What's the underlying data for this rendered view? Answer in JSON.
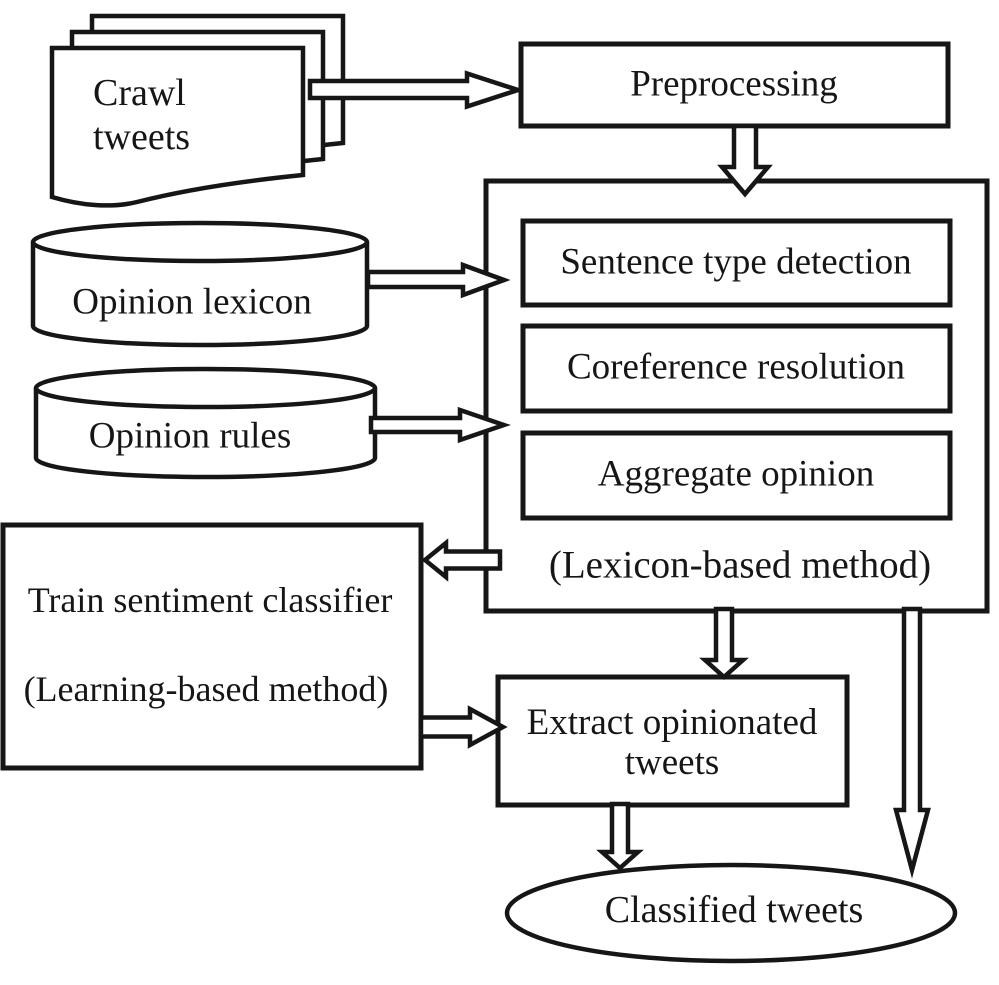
{
  "figure": {
    "background": "#ffffff",
    "ink": "#161616",
    "description": "Flowchart of a tweet sentiment classification pipeline"
  },
  "nodes": {
    "crawl_tweets": {
      "shape": "document-stack",
      "line1": "Crawl",
      "line2": "tweets"
    },
    "preprocessing": {
      "shape": "process-box",
      "label": "Preprocessing"
    },
    "opinion_lexicon": {
      "shape": "datastore-cylinder",
      "label": "Opinion lexicon"
    },
    "opinion_rules": {
      "shape": "datastore-cylinder",
      "label": "Opinion rules"
    },
    "lexicon_method": {
      "shape": "container-box",
      "caption": "(Lexicon-based method)",
      "steps": [
        "Sentence type detection",
        "Coreference resolution",
        "Aggregate opinion"
      ]
    },
    "train_classifier": {
      "shape": "process-box",
      "line1": "Train sentiment classifier",
      "line2": "(Learning-based method)"
    },
    "extract_opinionated": {
      "shape": "process-box",
      "line1": "Extract opinionated",
      "line2": "tweets"
    },
    "classified_tweets": {
      "shape": "terminator-ellipse",
      "label": "Classified tweets"
    }
  },
  "edges": [
    {
      "from": "crawl_tweets",
      "to": "preprocessing",
      "style": "hollow-arrow-right"
    },
    {
      "from": "preprocessing",
      "to": "lexicon_method",
      "style": "hollow-arrow-down"
    },
    {
      "from": "opinion_lexicon",
      "to": "lexicon_method",
      "style": "hollow-arrow-right"
    },
    {
      "from": "opinion_rules",
      "to": "lexicon_method",
      "style": "hollow-arrow-right"
    },
    {
      "from": "lexicon_method",
      "to": "train_classifier",
      "style": "hollow-arrow-left"
    },
    {
      "from": "train_classifier",
      "to": "extract_opinionated",
      "style": "hollow-arrow-right"
    },
    {
      "from": "lexicon_method",
      "to": "extract_opinionated",
      "style": "hollow-arrow-down"
    },
    {
      "from": "extract_opinionated",
      "to": "classified_tweets",
      "style": "hollow-arrow-down"
    },
    {
      "from": "lexicon_method",
      "to": "classified_tweets",
      "style": "hollow-arrow-down"
    }
  ]
}
